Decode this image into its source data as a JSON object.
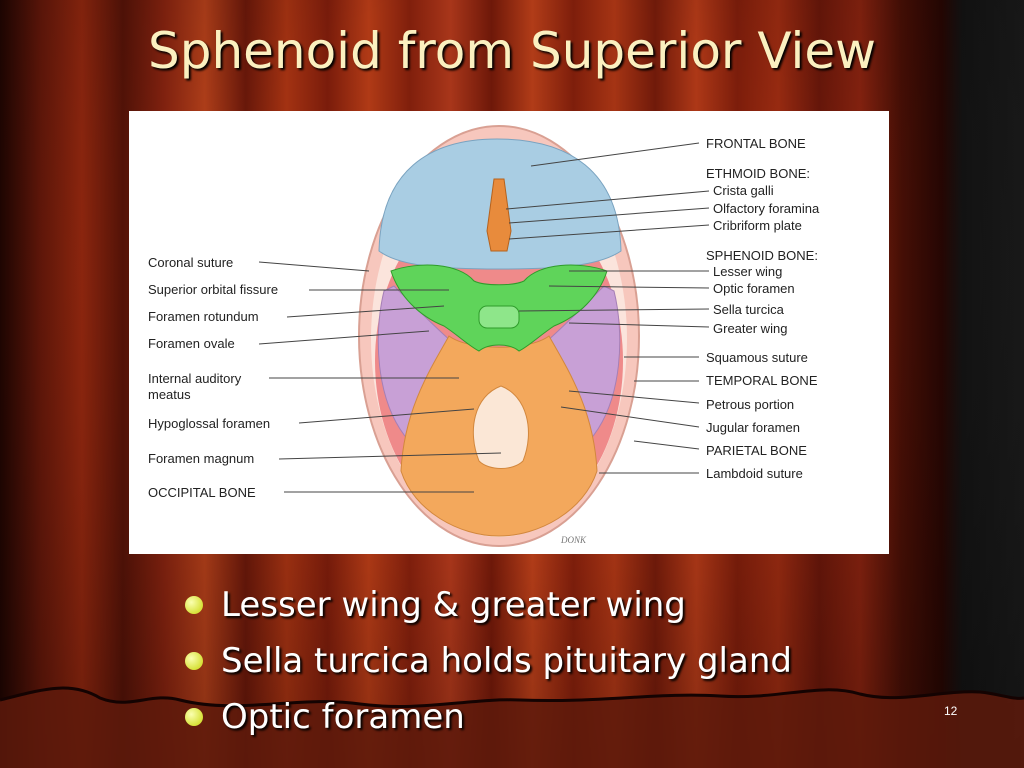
{
  "slide": {
    "title": "Sphenoid from Superior View",
    "page_number": "12"
  },
  "figure": {
    "signature": "DONK",
    "left_labels": [
      "Coronal suture",
      "Superior orbital fissure",
      "Foramen rotundum",
      "Foramen ovale",
      "Internal auditory",
      "meatus",
      "Hypoglossal foramen",
      "Foramen magnum",
      "OCCIPITAL BONE"
    ],
    "right_labels": [
      "FRONTAL BONE",
      "ETHMOID BONE:",
      "Crista galli",
      "Olfactory foramina",
      "Cribriform plate",
      "SPHENOID BONE:",
      "Lesser wing",
      "Optic foramen",
      "Sella turcica",
      "Greater wing",
      "Squamous suture",
      "TEMPORAL BONE",
      "Petrous portion",
      "Jugular foramen",
      "PARIETAL BONE",
      "Lambdoid suture"
    ]
  },
  "bullets": [
    "Lesser wing & greater wing",
    "Sella turcica holds pituitary gland",
    "Optic foramen"
  ],
  "colors": {
    "bullet": "#d7e23a",
    "title_text": "#fbf0c0",
    "frontal_bone": "#a9cde3",
    "sphenoid_bone": "#5fd45a",
    "occipital_bone": "#f3a85c",
    "temporal_bone": "#c8a0d6",
    "parietal_bone": "#ef8a8a",
    "ethmoid_bone": "#e88b3c"
  }
}
